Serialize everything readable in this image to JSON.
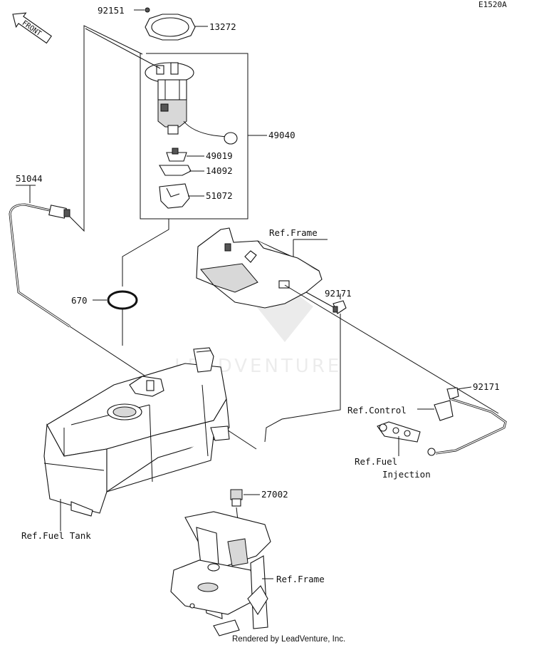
{
  "diagram_code": "E1520A",
  "front_label": "FRONT",
  "watermark": "LEADVENTURE",
  "footer": "Rendered by LeadVenture, Inc.",
  "parts": {
    "p92151": "92151",
    "p13272": "13272",
    "p49040": "49040",
    "p49019": "49019",
    "p14092": "14092",
    "p51072": "51072",
    "p51044": "51044",
    "p670": "670",
    "p92171a": "92171",
    "p92171b": "92171",
    "p27002": "27002"
  },
  "refs": {
    "frame_top": "Ref.Frame",
    "control": "Ref.Control",
    "fuel_line1": "Ref.Fuel",
    "fuel_line2": "Injection",
    "fuel_tank": "Ref.Fuel Tank",
    "frame_bottom": "Ref.Frame"
  }
}
